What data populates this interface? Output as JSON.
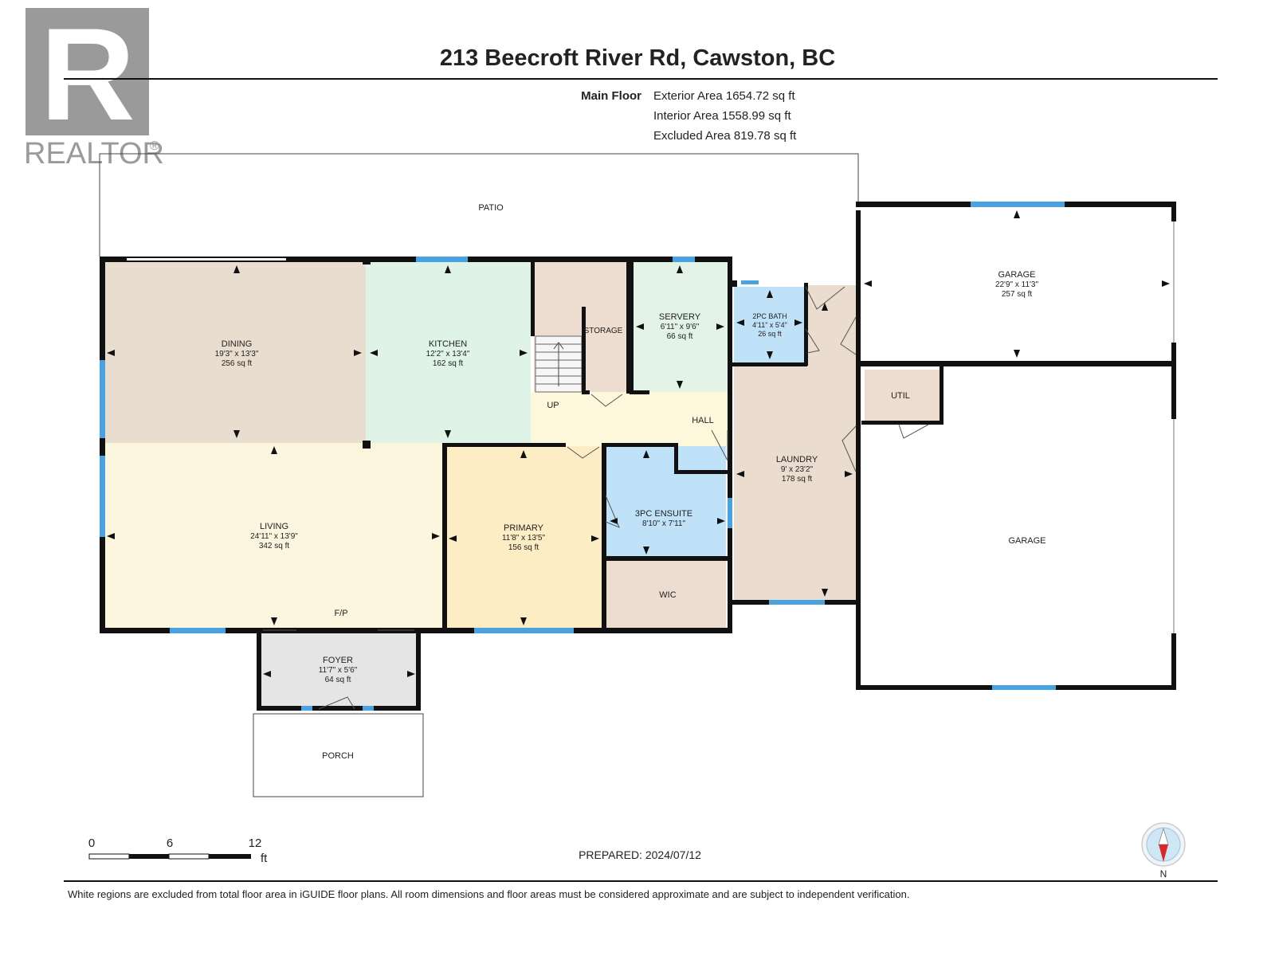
{
  "logo": {
    "brand": "REALTOR",
    "mark": "R",
    "reg": "®"
  },
  "header": {
    "title": "213 Beecroft River Rd, Cawston, BC"
  },
  "floor_summary": {
    "floor_label": "Main Floor",
    "exterior": "Exterior Area 1654.72 sq ft",
    "interior": "Interior Area 1558.99 sq ft",
    "excluded": "Excluded Area 819.78 sq ft"
  },
  "rooms": {
    "patio": {
      "name": "PATIO"
    },
    "dining": {
      "name": "DINING",
      "dims": "19'3\" x 13'3\"",
      "area": "256 sq ft"
    },
    "kitchen": {
      "name": "KITCHEN",
      "dims": "12'2\" x 13'4\"",
      "area": "162 sq ft"
    },
    "storage": {
      "name": "STORAGE"
    },
    "servery": {
      "name": "SERVERY",
      "dims": "6'11\" x 9'6\"",
      "area": "66 sq ft"
    },
    "bath2": {
      "name": "2PC BATH",
      "dims": "4'11\" x 5'4\"",
      "area": "26 sq ft"
    },
    "garage1": {
      "name": "GARAGE",
      "dims": "22'9\" x 11'3\"",
      "area": "257 sq ft"
    },
    "util": {
      "name": "UTIL"
    },
    "garage2": {
      "name": "GARAGE"
    },
    "laundry": {
      "name": "LAUNDRY",
      "dims": "9' x 23'2\"",
      "area": "178 sq ft"
    },
    "hall": {
      "name": "HALL"
    },
    "up": {
      "name": "UP"
    },
    "living": {
      "name": "LIVING",
      "dims": "24'11\" x 13'9\"",
      "area": "342 sq ft"
    },
    "fp": {
      "name": "F/P"
    },
    "primary": {
      "name": "PRIMARY",
      "dims": "11'8\" x 13'5\"",
      "area": "156 sq ft"
    },
    "ensuite": {
      "name": "3PC ENSUITE",
      "dims": "8'10\" x 7'11\""
    },
    "wic": {
      "name": "WIC"
    },
    "foyer": {
      "name": "FOYER",
      "dims": "11'7\" x 5'6\"",
      "area": "64 sq ft"
    },
    "porch": {
      "name": "PORCH"
    }
  },
  "colors": {
    "dining": "#e9ddd0",
    "kitchen": "#dff3e7",
    "storage": "#ecddd0",
    "servery": "#e3f3e6",
    "bath": "#bfe2f8",
    "hall": "#fdf7dc",
    "living": "#fdf6de",
    "primary": "#fdedc4",
    "ensuite": "#bfe2f8",
    "wic": "#ecddd0",
    "laundry": "#eadccf",
    "foyer": "#e5e5e5",
    "util": "#ecddd0",
    "window": "#4aa3e0"
  },
  "scale": {
    "ticks": [
      "0",
      "6",
      "12"
    ],
    "unit": "ft"
  },
  "prepared": "PREPARED: 2024/07/12",
  "compass": {
    "label": "N",
    "icon": "compass-icon"
  },
  "footer": {
    "note": "White regions are excluded from total floor area in iGUIDE floor plans. All room dimensions and floor areas must be considered approximate and are subject to independent verification."
  }
}
